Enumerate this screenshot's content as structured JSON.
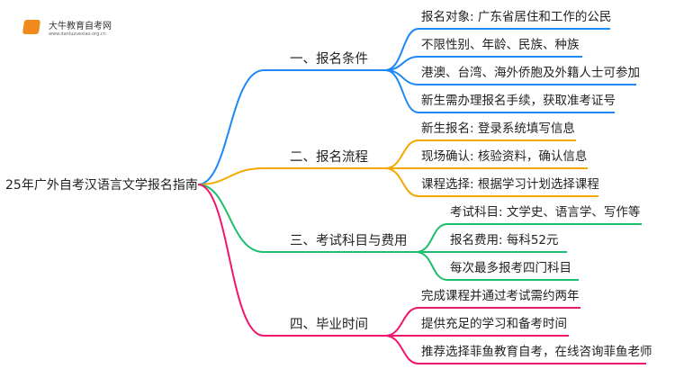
{
  "logo": {
    "name": "大牛教育自考网",
    "url": "www.daniuzuexiao.org.cn"
  },
  "root": "25年广外自考汉语言文学报名指南",
  "colors": {
    "b1": "#1e88f5",
    "b2": "#f5a800",
    "b3": "#1cbf6b",
    "b4": "#f0166e"
  },
  "branches": [
    {
      "label": "一、报名条件",
      "leaves": [
        "报名对象: 广东省居住和工作的公民",
        "不限性别、年龄、民族、种族",
        "港澳、台湾、海外侨胞及外籍人士可参加",
        "新生需办理报名手续，获取准考证号"
      ]
    },
    {
      "label": "二、报名流程",
      "leaves": [
        "新生报名: 登录系统填写信息",
        "现场确认: 核验资料，确认信息",
        "课程选择: 根据学习计划选择课程"
      ]
    },
    {
      "label": "三、考试科目与费用",
      "leaves": [
        "考试科目: 文学史、语言学、写作等",
        "报名费用: 每科52元",
        "每次最多报考四门科目"
      ]
    },
    {
      "label": "四、毕业时间",
      "leaves": [
        "完成课程并通过考试需约两年",
        "提供充足的学习和备考时间",
        "推荐选择菲鱼教育自考，在线咨询菲鱼老师"
      ]
    }
  ]
}
